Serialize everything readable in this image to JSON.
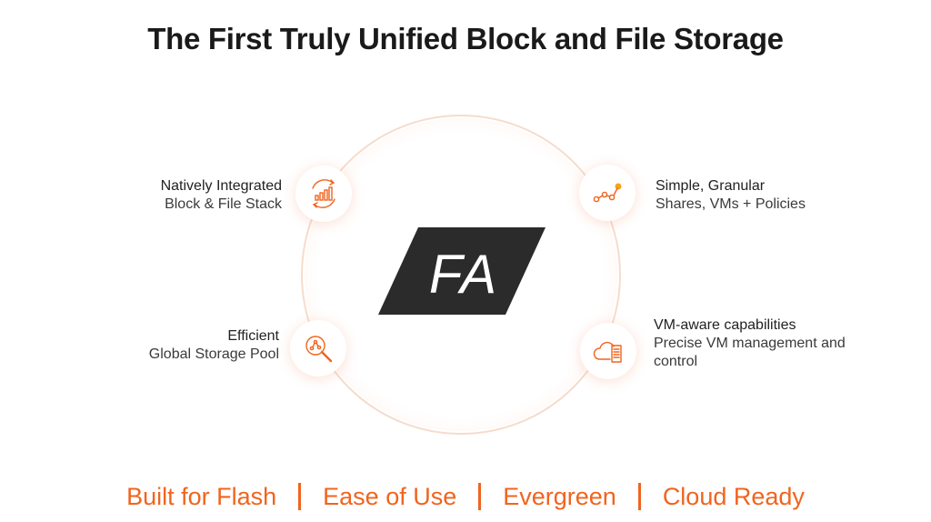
{
  "title": "The First Truly Unified Block and File Storage",
  "brand_color": "#f0641e",
  "logo": {
    "text": "FA",
    "background": "#2b2b2b",
    "text_color": "#ffffff"
  },
  "features": [
    {
      "icon": "bar-chart-cycle-icon",
      "head": "Natively Integrated",
      "sub": "Block & File Stack"
    },
    {
      "icon": "magnifier-network-icon",
      "head": "Efficient",
      "sub": "Global Storage Pool"
    },
    {
      "icon": "connected-nodes-icon",
      "head": "Simple, Granular",
      "sub": "Shares, VMs + Policies"
    },
    {
      "icon": "cloud-server-icon",
      "head": "VM-aware capabilities",
      "sub": "Precise VM management and",
      "sub2": "control"
    }
  ],
  "footer": [
    "Built for Flash",
    "Ease of Use",
    "Evergreen",
    "Cloud Ready"
  ]
}
